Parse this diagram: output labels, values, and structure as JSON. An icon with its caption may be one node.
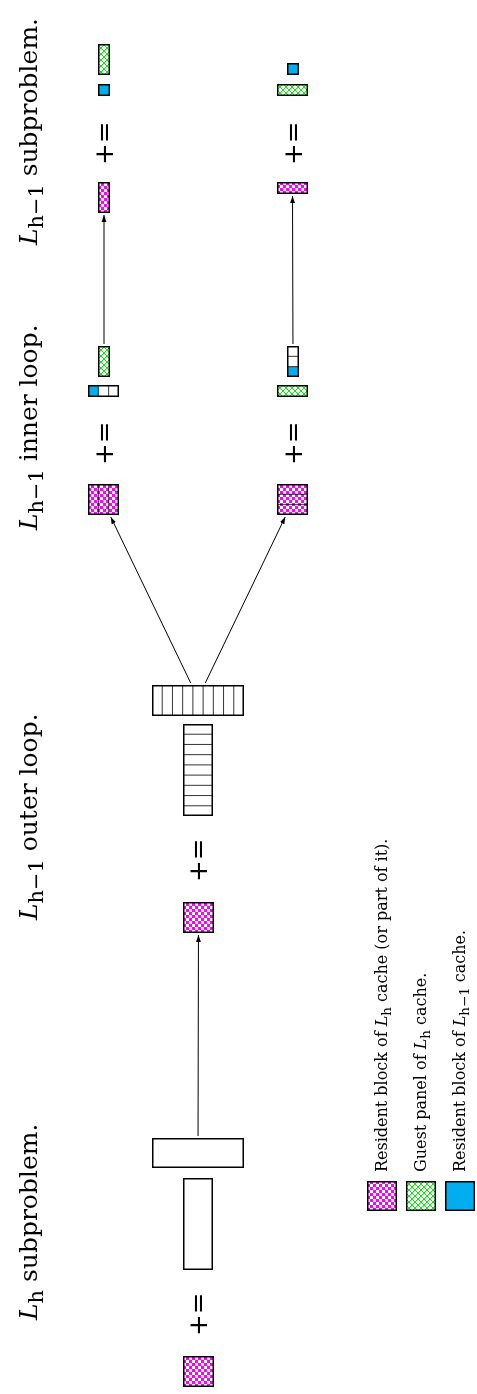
{
  "diagram": {
    "nodes": [
      {
        "text": [],
        "shape": "box"
      },
      {
        "text": [],
        "shape": "box"
      },
      {
        "text": [],
        "shape": "box"
      },
      {
        "text": [],
        "shape": "box"
      },
      {
        "text": [],
        "shape": "box"
      },
      {
        "text": [],
        "shape": "box"
      },
      {
        "text": [],
        "shape": "box"
      },
      {
        "text": [],
        "shape": "box"
      },
      {
        "text": [],
        "shape": "box"
      },
      {
        "text": [],
        "shape": "box"
      },
      {
        "text": [],
        "shape": "box"
      },
      {
        "text": [],
        "shape": "box"
      },
      {
        "text": [],
        "shape": "box"
      },
      {
        "text": [],
        "shape": "box"
      },
      {
        "text": [],
        "shape": "box"
      },
      {
        "text": [],
        "shape": "box"
      },
      {
        "text": [],
        "shape": "box"
      },
      {
        "text": [],
        "shape": "box"
      }
    ],
    "edges": [
      {
        "from": 2,
        "to": 3,
        "arrow": "to"
      },
      {
        "from": 5,
        "to": 6,
        "arrow": "to"
      },
      {
        "from": 5,
        "to": 9,
        "arrow": "to"
      },
      {
        "from": 8,
        "to": 12,
        "arrow": "to"
      },
      {
        "from": 11,
        "to": 15,
        "arrow": "to"
      }
    ],
    "labels": [
      "*L*$_{h}$ subproblem.",
      "+=",
      "*L*$_{h−1}$ outer loop.",
      "+=",
      "*L*$_{h−1}$ inner loop.",
      "+=",
      "+=",
      "*L*$_{h−1}$ subproblem.",
      "+=",
      "+="
    ],
    "legend": [
      {
        "text": "Resident block of *L*$_{h}$ cache (or part of it).",
        "color": "#ff00ff"
      },
      {
        "text": "Guest panel of *L*$_{h}$ cache.",
        "color": "#00ee00"
      },
      {
        "text": "Resident block of *L*$_{h−1}$ cache.",
        "color": "#00aeef"
      }
    ]
  }
}
